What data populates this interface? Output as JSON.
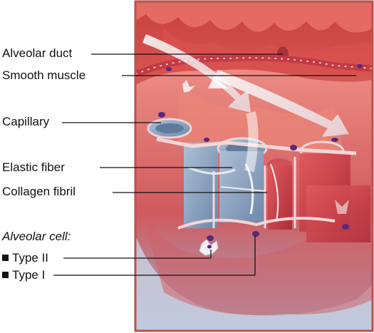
{
  "labels": {
    "alveolar_duct": "Alveolar duct",
    "smooth_muscle": "Smooth muscle",
    "capillary": "Capillary",
    "elastic_fiber": "Elastic fiber",
    "collagen_fibril": "Collagen fibril",
    "alveolar_cell_heading": "Alveolar cell:",
    "type_ii": "Type II",
    "type_i": "Type I"
  },
  "colors": {
    "frame": "#b5544f",
    "tissue_red": "#d8474a",
    "tissue_pink": "#f0a39a",
    "capillary_blue": "#8fa9c4",
    "nucleus_purple": "#5a2a7a",
    "leader_line": "#111111"
  }
}
